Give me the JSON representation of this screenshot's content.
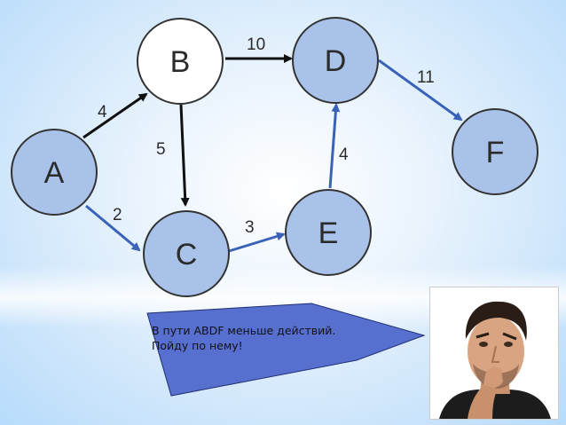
{
  "diagram": {
    "nodes": [
      {
        "id": "A",
        "label": "A",
        "color": "#a9c2ea"
      },
      {
        "id": "B",
        "label": "B",
        "color": "#ffffff"
      },
      {
        "id": "C",
        "label": "C",
        "color": "#a9c2ea"
      },
      {
        "id": "D",
        "label": "D",
        "color": "#a9c2ea"
      },
      {
        "id": "E",
        "label": "E",
        "color": "#a9c2ea"
      },
      {
        "id": "F",
        "label": "F",
        "color": "#a9c2ea"
      }
    ],
    "edges": [
      {
        "from": "A",
        "to": "B",
        "weight": "4",
        "color": "#111111"
      },
      {
        "from": "A",
        "to": "C",
        "weight": "2",
        "color": "#3a63b8"
      },
      {
        "from": "B",
        "to": "C",
        "weight": "5",
        "color": "#111111"
      },
      {
        "from": "B",
        "to": "D",
        "weight": "10",
        "color": "#111111"
      },
      {
        "from": "C",
        "to": "E",
        "weight": "3",
        "color": "#3a63b8"
      },
      {
        "from": "E",
        "to": "D",
        "weight": "4",
        "color": "#3a63b8"
      },
      {
        "from": "D",
        "to": "F",
        "weight": "11",
        "color": "#3a63b8"
      }
    ]
  },
  "speech_bubble": {
    "lines": [
      "В пути ABDF меньше действий.",
      "Пойду по нему!"
    ],
    "fill": "#5770d0"
  }
}
